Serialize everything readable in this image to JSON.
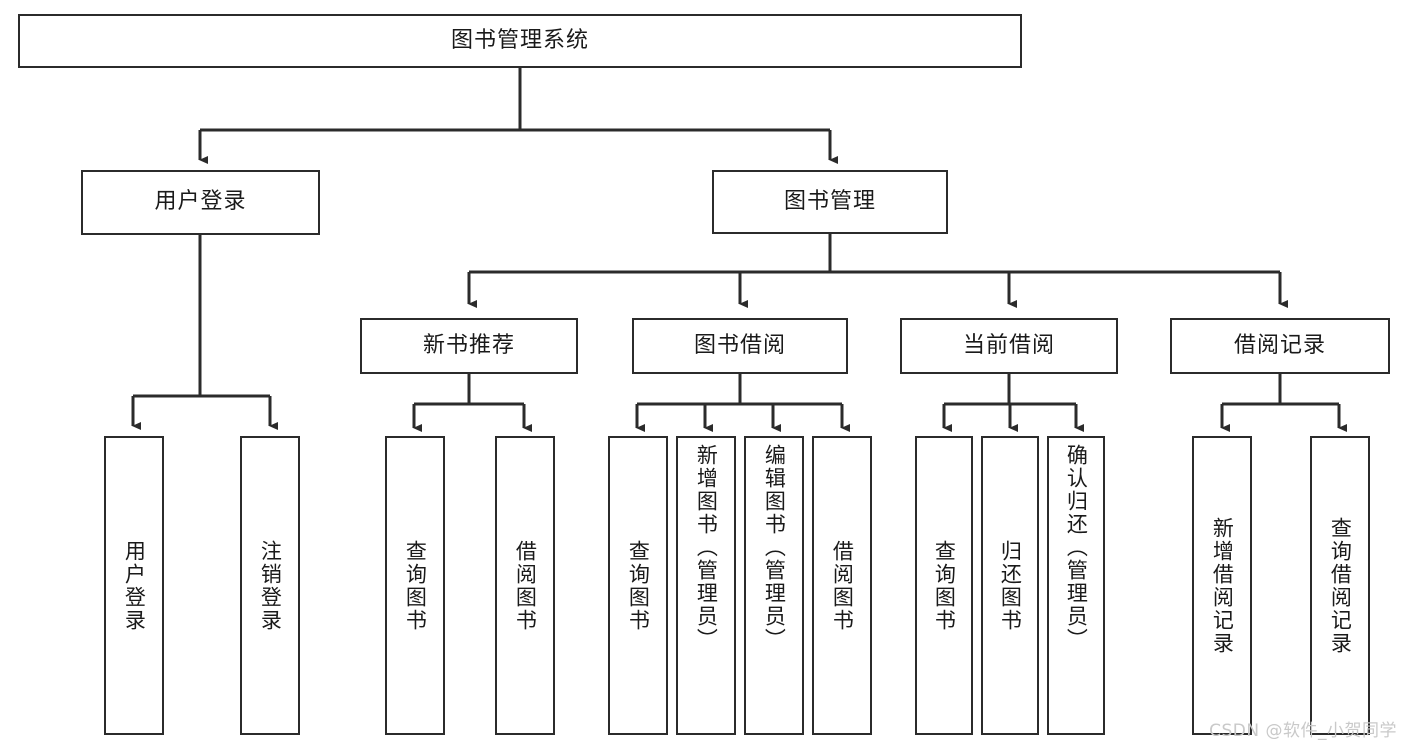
{
  "diagram": {
    "type": "tree-hierarchy",
    "title": "图书管理系统",
    "orientation": "top-down",
    "colors": {
      "box_border": "#2b2b2b",
      "box_fill": "#ffffff",
      "connector": "#2b2b2b",
      "text": "#1a1a1a",
      "watermark": "#c9c9c9"
    },
    "root": {
      "label": "图书管理系统"
    },
    "level1": [
      {
        "id": "user-login",
        "label": "用户登录"
      },
      {
        "id": "book-management",
        "label": "图书管理"
      }
    ],
    "level2": [
      {
        "id": "new-book-recommend",
        "label": "新书推荐",
        "parent": "book-management"
      },
      {
        "id": "book-borrow",
        "label": "图书借阅",
        "parent": "book-management"
      },
      {
        "id": "current-borrow",
        "label": "当前借阅",
        "parent": "book-management"
      },
      {
        "id": "borrow-record",
        "label": "借阅记录",
        "parent": "book-management"
      }
    ],
    "leaves": {
      "user-login": [
        {
          "id": "leaf-user-login",
          "label": "用户登录"
        },
        {
          "id": "leaf-user-logout",
          "label": "注销登录"
        }
      ],
      "new-book-recommend": [
        {
          "id": "leaf-query-book-1",
          "label": "查询图书"
        },
        {
          "id": "leaf-borrow-book-1",
          "label": "借阅图书"
        }
      ],
      "book-borrow": [
        {
          "id": "leaf-query-book-2",
          "label": "查询图书"
        },
        {
          "id": "leaf-add-book",
          "label": "新增图书（管理员）"
        },
        {
          "id": "leaf-edit-book",
          "label": "编辑图书（管理员）"
        },
        {
          "id": "leaf-borrow-book-2",
          "label": "借阅图书"
        }
      ],
      "current-borrow": [
        {
          "id": "leaf-query-book-3",
          "label": "查询图书"
        },
        {
          "id": "leaf-return-book",
          "label": "归还图书"
        },
        {
          "id": "leaf-confirm-return",
          "label": "确认归还（管理员）"
        }
      ],
      "borrow-record": [
        {
          "id": "leaf-add-record",
          "label": "新增借阅记录"
        },
        {
          "id": "leaf-query-record",
          "label": "查询借阅记录"
        }
      ]
    }
  },
  "watermark": {
    "text": "CSDN @软件_小贺同学"
  }
}
